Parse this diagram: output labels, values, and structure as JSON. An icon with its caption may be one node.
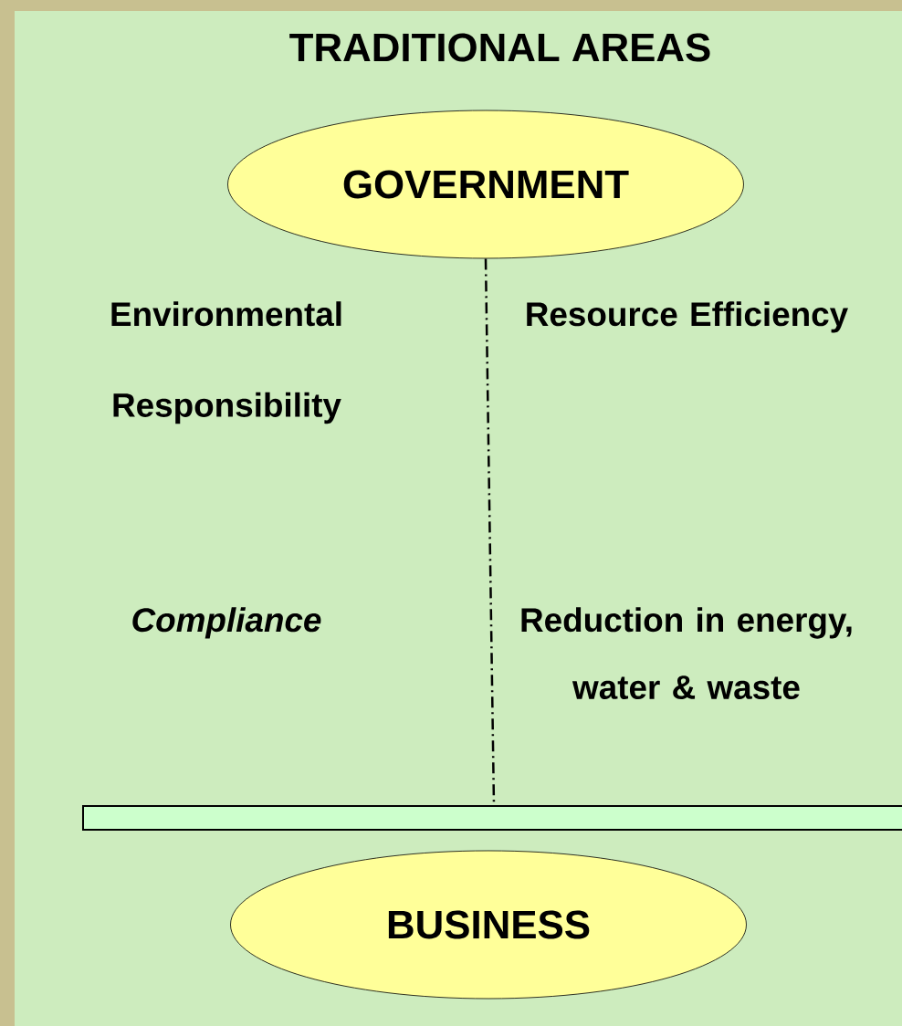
{
  "diagram": {
    "title": "TRADITIONAL AREAS",
    "nodes": [
      {
        "text": [
          "GOVERNMENT"
        ]
      },
      {
        "text": [],
        "shape": "bar"
      },
      {
        "text": [
          "BUSINESS"
        ]
      }
    ],
    "edges": [
      {
        "from": 0,
        "to": 1,
        "arrow": "none",
        "style": "dashed"
      }
    ],
    "labels": [
      "Environmental Responsibility",
      "Resource Efficiency",
      "Compliance",
      "Reduction in energy, water & waste"
    ]
  }
}
